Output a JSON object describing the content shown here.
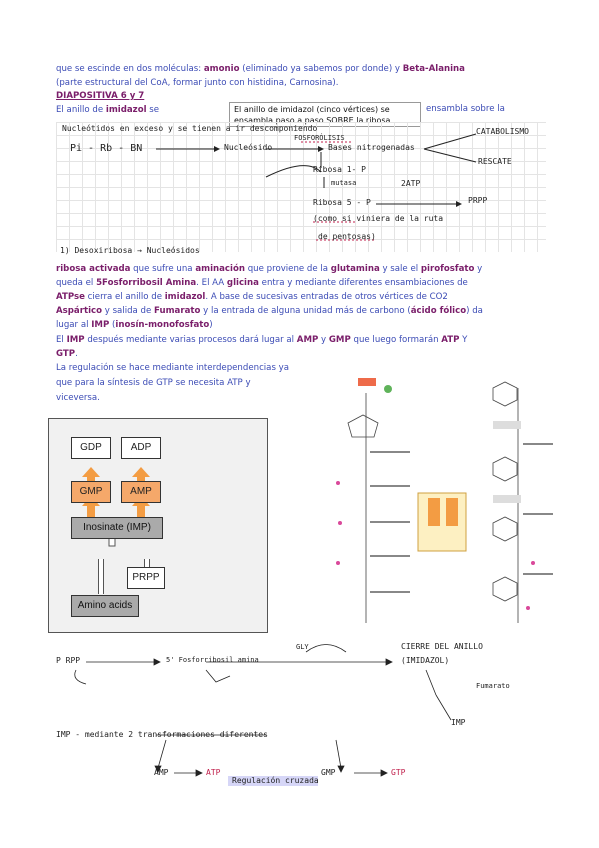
{
  "lines": [
    {
      "segs": [
        {
          "t": "que se escinde en dos moléculas: "
        },
        {
          "t": "amonio",
          "b": 1
        },
        {
          "t": " (eliminado ya sabemos por donde) y "
        },
        {
          "t": "Beta-Alanina",
          "b": 1
        }
      ]
    },
    {
      "segs": [
        {
          "t": "(parte estructural del CoA, formar junto con histidina, Carnosina)."
        }
      ]
    },
    {
      "segs": [
        {
          "t": "DIAPOSITIVA 6 y 7",
          "b": 1,
          "u": 1
        }
      ]
    },
    {
      "segs": [
        {
          "t": "El anillo de "
        },
        {
          "t": "imidazol",
          "b": 1
        },
        {
          "t": " se"
        }
      ]
    },
    {
      "segs": [
        {
          "t": "ribosa activada",
          "b": 1
        },
        {
          "t": " que sufre una "
        },
        {
          "t": "aminación",
          "b": 1
        },
        {
          "t": " que proviene de la "
        },
        {
          "t": "glutamina",
          "b": 1
        },
        {
          "t": " y sale el "
        },
        {
          "t": "pirofosfato",
          "b": 1
        },
        {
          "t": " y"
        }
      ]
    },
    {
      "segs": [
        {
          "t": "queda el "
        },
        {
          "t": "5Fosforribosil Amina",
          "b": 1
        },
        {
          "t": ". El AA "
        },
        {
          "t": "glicina",
          "b": 1
        },
        {
          "t": " entra y mediante diferentes ensambiaciones de"
        }
      ]
    },
    {
      "segs": [
        {
          "t": "ATPse",
          "b": 1
        },
        {
          "t": " cierra el anillo de "
        },
        {
          "t": "imidazol",
          "b": 1
        },
        {
          "t": ". A base de sucesivas entradas de otros vértices de CO2"
        }
      ]
    },
    {
      "segs": [
        {
          "t": "Aspártico",
          "b": 1
        },
        {
          "t": " y salida de "
        },
        {
          "t": "Fumarato",
          "b": 1
        },
        {
          "t": " y la entrada de alguna unidad más de carbono ("
        },
        {
          "t": "ácido fólico",
          "b": 1
        },
        {
          "t": ") da"
        }
      ]
    },
    {
      "segs": [
        {
          "t": "lugar al "
        },
        {
          "t": "IMP",
          "b": 1
        },
        {
          "t": " ("
        },
        {
          "t": "inosín-monofosfato",
          "b": 1
        },
        {
          "t": ")"
        }
      ]
    },
    {
      "segs": [
        {
          "t": "El "
        },
        {
          "t": "IMP",
          "b": 1
        },
        {
          "t": " después mediante varias procesos dará lugar al "
        },
        {
          "t": "AMP",
          "b": 1
        },
        {
          "t": " y "
        },
        {
          "t": "GMP",
          "b": 1
        },
        {
          "t": " que luego formarán "
        },
        {
          "t": "ATP",
          "b": 1
        },
        {
          "t": " Y"
        }
      ]
    },
    {
      "segs": [
        {
          "t": "GTP",
          "b": 1
        },
        {
          "t": "."
        }
      ]
    },
    {
      "segs": [
        {
          "t": "La regulación se hace  mediante interdependencias ya"
        }
      ]
    },
    {
      "segs": [
        {
          "t": "que para la síntesis de GTP se necesita ATP y"
        }
      ]
    },
    {
      "segs": [
        {
          "t": "viceversa."
        }
      ]
    }
  ],
  "ensambla_text": "ensambla sobre la",
  "tooltip": "El anillo de imidazol (cinco vértices) se ensambla paso a paso SOBRE la ribosa",
  "hand1": {
    "l1": "Nucleótidos en exceso  y  se tienen  a  ir descomponiendo",
    "catabolismo": "CATABOLISMO",
    "formula": "Pi - Rb - BN",
    "nucleosido": "Nucleósido",
    "fosforolisis": "FOSFORÓLISIS",
    "bases": "Bases nitrogenadas",
    "rescate": "RESCATE",
    "ribosa1p": "Ribosa 1- P",
    "mutasa": "mutasa",
    "atp2": "2ATP",
    "ribosa5p": "Ribosa  5 - P",
    "prpp": "PRPP",
    "viniera": "(como si viniera de la ruta",
    "pentosas": "de pentosas)",
    "footer": "1) Desoxiribosa  →  Nucleósidos"
  },
  "flow": {
    "gdp": "GDP",
    "adp": "ADP",
    "gmp": "GMP",
    "amp": "AMP",
    "imp": "Inosinate (IMP)",
    "prpp": "PRPP",
    "aa": "Amino acids"
  },
  "hand2": {
    "a": "P RPP",
    "b": "5' Fosforribosil amina",
    "c": "GLY",
    "d": "CIERRE DEL ANILLO",
    "e": "(IMIDAZOL)",
    "f": "IMP",
    "g": "Fumarato",
    "imp_line": "IMP  - mediante  2  transformaciones  diferentes",
    "amp": "AMP",
    "atp": "ATP",
    "gmp": "GMP",
    "gtp": "GTP",
    "regul": "Regulación cruzada"
  },
  "colors": {
    "text": "#3b4bb5",
    "bold": "#7a1e6a",
    "orange": "#f5a86a",
    "red": "#c0204c"
  }
}
